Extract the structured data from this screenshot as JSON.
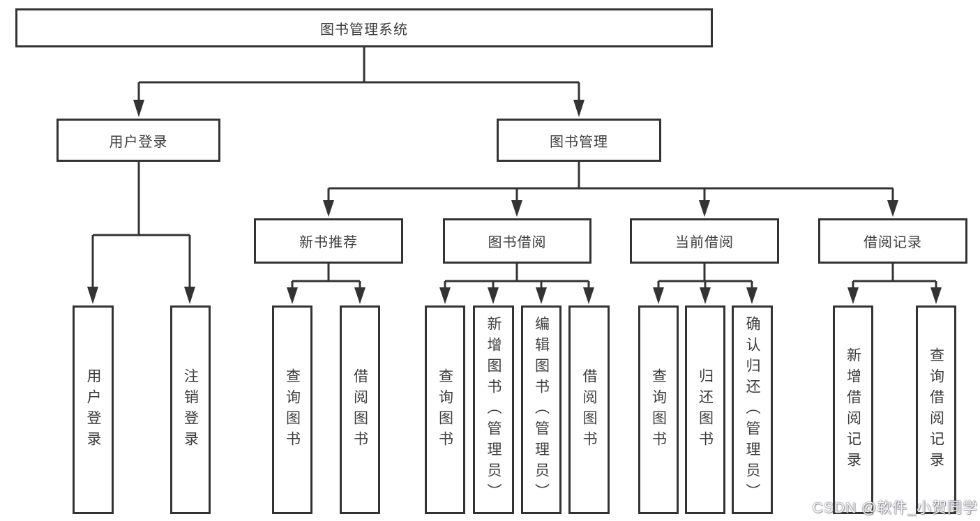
{
  "diagram": {
    "root": {
      "label": "图书管理系统"
    },
    "level2": [
      {
        "label": "用户登录"
      },
      {
        "label": "图书管理"
      }
    ],
    "level3": [
      {
        "label": "新书推荐"
      },
      {
        "label": "图书借阅"
      },
      {
        "label": "当前借阅"
      },
      {
        "label": "借阅记录"
      }
    ],
    "leaf_groups": [
      {
        "parent": "用户登录",
        "items": [
          "用户登录",
          "注销登录"
        ]
      },
      {
        "parent": "新书推荐",
        "items": [
          "查询图书",
          "借阅图书"
        ]
      },
      {
        "parent": "图书借阅",
        "items": [
          "查询图书",
          "新增图书（管理员）",
          "编辑图书（管理员）",
          "借阅图书"
        ]
      },
      {
        "parent": "当前借阅",
        "items": [
          "查询图书",
          "归还图书",
          "确认归还（管理员）"
        ]
      },
      {
        "parent": "借阅记录",
        "items": [
          "新增借阅记录",
          "查询借阅记录"
        ]
      }
    ]
  },
  "watermark": {
    "text": "CSDN @软件_小贺同学"
  },
  "colors": {
    "line": "#333333",
    "text": "#3d3d3d",
    "background": "#ffffff"
  }
}
